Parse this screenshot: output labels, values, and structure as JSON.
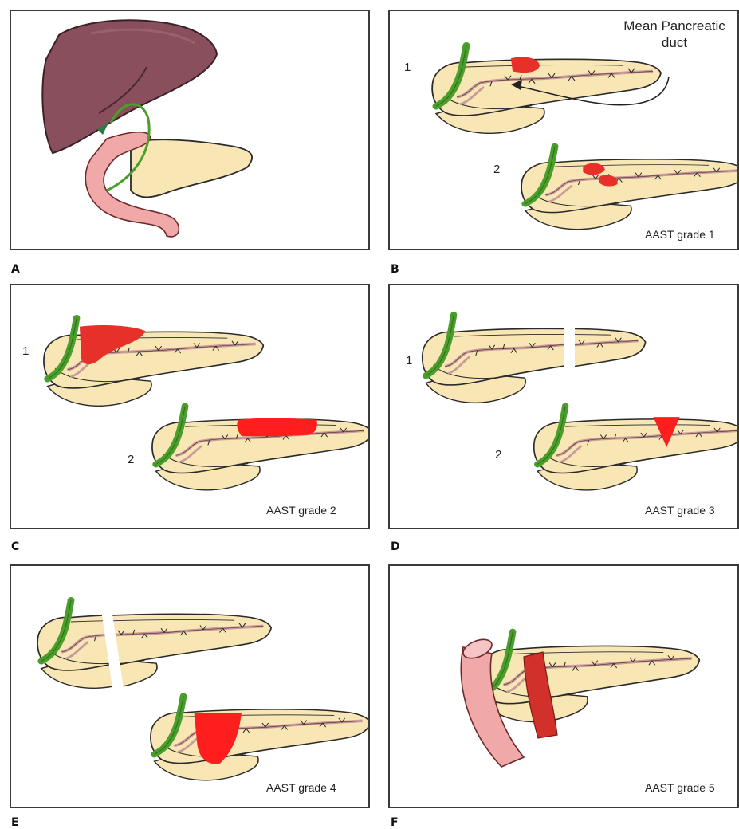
{
  "panels": {
    "a": {
      "letter": "A"
    },
    "b": {
      "letter": "B",
      "grade": "AAST grade 1",
      "num1": "1",
      "num2": "2",
      "callout_line1": "Mean Pancreatic",
      "callout_line2": "duct"
    },
    "c": {
      "letter": "C",
      "grade": "AAST grade 2",
      "num1": "1",
      "num2": "2"
    },
    "d": {
      "letter": "D",
      "grade": "AAST grade 3",
      "num1": "1",
      "num2": "2"
    },
    "e": {
      "letter": "E",
      "grade": "AAST grade 4"
    },
    "f": {
      "letter": "F",
      "grade": "AAST grade 5"
    }
  },
  "colors": {
    "pancreas": "#f8e6b4",
    "pancreas_outline": "#2a2a2a",
    "duct": "#c99a9a",
    "bile_duct": "#4a9e2c",
    "injury": "#e8302a",
    "liver": "#8a4f5c",
    "duodenum": "#f0a8a8"
  }
}
